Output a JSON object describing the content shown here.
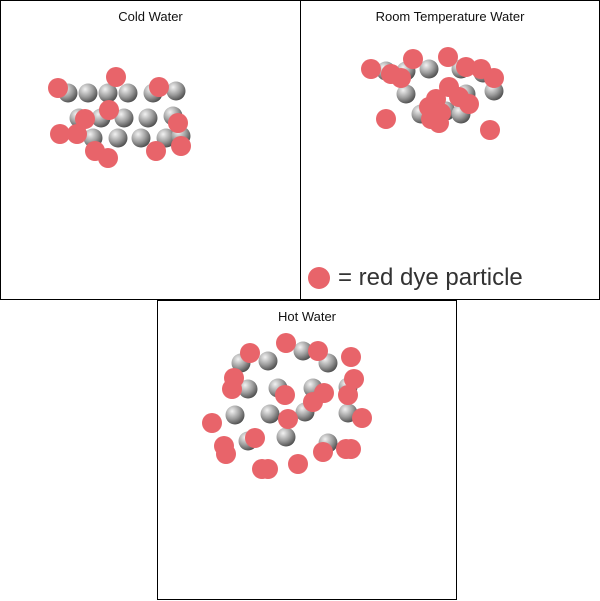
{
  "panels": {
    "cold": {
      "title": "Cold Water"
    },
    "room": {
      "title": "Room Temperature Water"
    },
    "hot": {
      "title": "Hot Water"
    }
  },
  "legend": {
    "text": "= red dye particle"
  },
  "colors": {
    "dye": "#e8646a",
    "water_light": "#f2f2f2",
    "water_mid": "#9c9c9c",
    "water_dark": "#4a4a4a",
    "border": "#000000"
  },
  "icons": {
    "water_molecule": "water-molecule-icon",
    "dye_particle": "dye-particle-icon"
  }
}
